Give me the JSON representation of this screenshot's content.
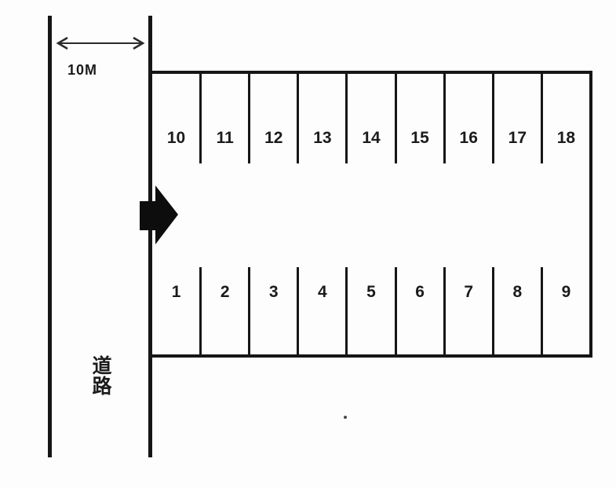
{
  "road": {
    "label": "道路",
    "width_label": "10M"
  },
  "parking": {
    "top_row": [
      "10",
      "11",
      "12",
      "13",
      "14",
      "15",
      "16",
      "17",
      "18"
    ],
    "bottom_row": [
      "1",
      "2",
      "3",
      "4",
      "5",
      "6",
      "7",
      "8",
      "9"
    ]
  },
  "icons": {
    "road_width_arrow": "double-headed-horizontal-arrow",
    "entrance_arrow": "solid-right-arrow"
  },
  "colors": {
    "line": "#161616",
    "background": "#fdfdfd"
  }
}
